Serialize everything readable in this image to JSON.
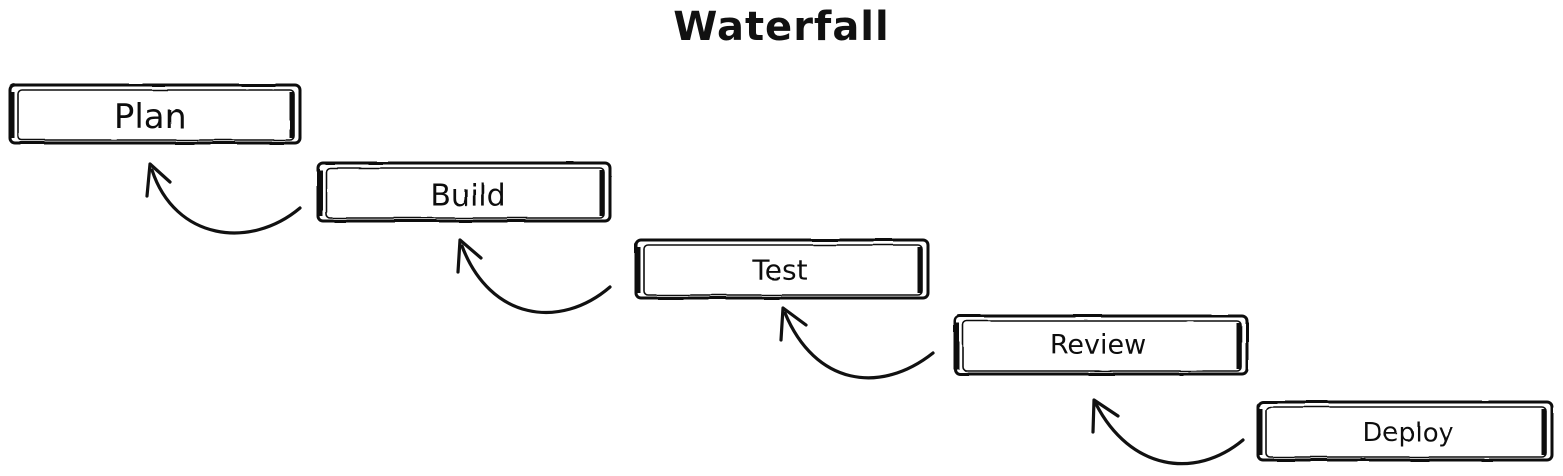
{
  "title": "Waterfall",
  "steps": [
    {
      "label": "Plan"
    },
    {
      "label": "Build"
    },
    {
      "label": "Test"
    },
    {
      "label": "Review"
    },
    {
      "label": "Deploy"
    }
  ],
  "colors": {
    "stroke": "#111111",
    "box_fill": "#ffffff",
    "background": "#ffffff"
  }
}
